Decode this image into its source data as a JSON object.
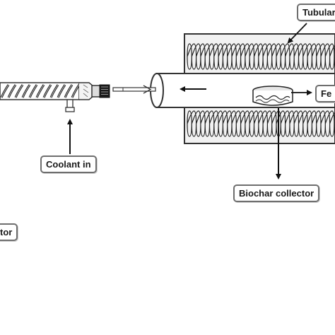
{
  "labels": {
    "tubular": "Tubular",
    "feed": "Fe",
    "coolant_in": "Coolant in",
    "biochar_collector": "Biochar collector",
    "collector_partial": "tor"
  }
}
